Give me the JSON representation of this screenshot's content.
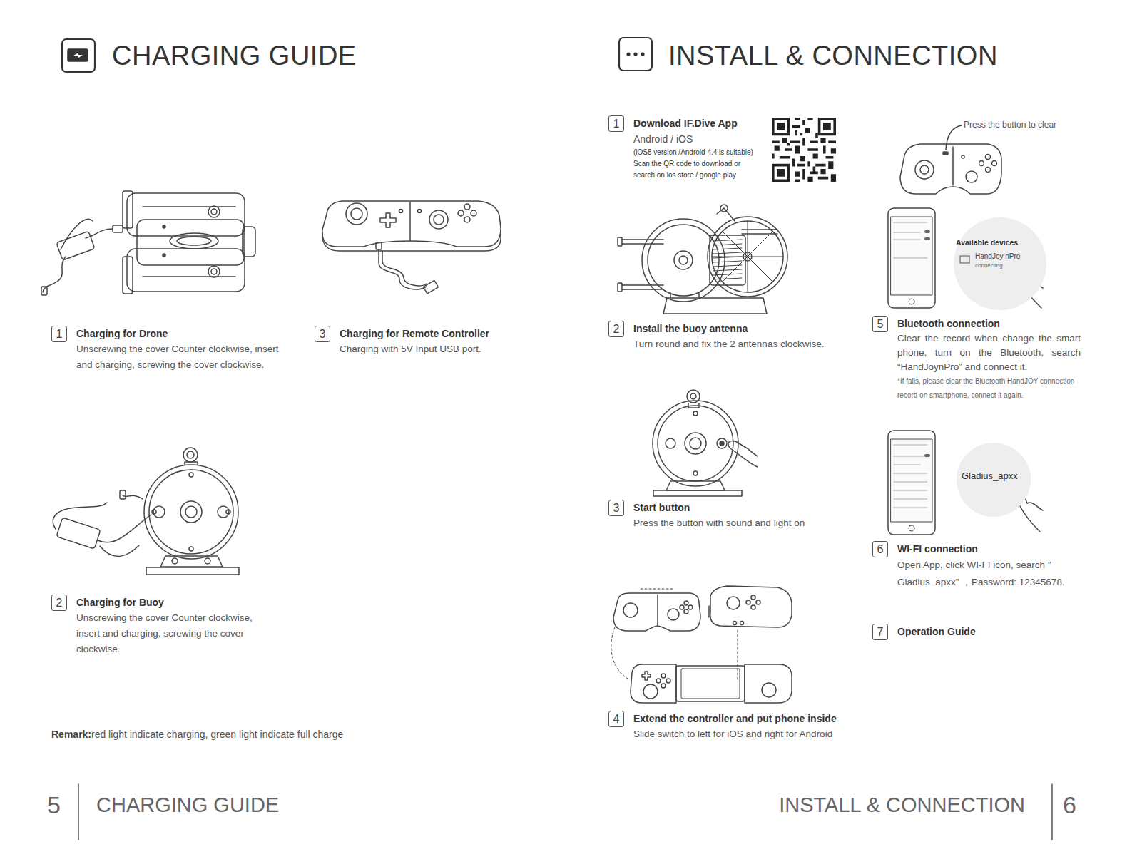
{
  "diagram": {
    "title": "CHARGING GUIDE",
    "nodes": [
      {
        "text": [
          "1",
          "Charging for Drone",
          "Unscrewing the cover Counter clockwise, insert and charging, screwing the cover clockwise."
        ]
      },
      {
        "text": [
          "3",
          "Charging for Remote Controller",
          "Charging with 5V Input USB port."
        ]
      },
      {
        "text": [
          "2",
          "Charging for Buoy",
          "Unscrewing the cover Counter clockwise, insert and charging, screwing the cover clockwise."
        ]
      },
      {
        "text": [
          "1",
          "Download IF.Dive App",
          "Android / iOS",
          "(iOS8 version /Android 4.4 is suitable) Scan the QR code to download or search on ios store / google play"
        ]
      },
      {
        "text": [
          "2",
          "Install the buoy antenna",
          "Turn round and fix the 2 antennas clockwise."
        ]
      },
      {
        "text": [
          "3",
          "Start button",
          "Press the button with sound and light on"
        ]
      },
      {
        "text": [
          "4",
          "Extend the controller and put phone inside",
          "Slide switch to left for iOS and right for Android"
        ]
      },
      {
        "text": [
          "5",
          "Bluetooth connection",
          "Clear the record when change the smart phone, turn on the Bluetooth, search “HandJoynPro” and connect it.",
          "*If fails, please clear the Bluetooth HandJOY connection record on smartphone, connect it again."
        ]
      },
      {
        "text": [
          "Available devices",
          "HandJoy nPro",
          "connecting"
        ]
      },
      {
        "text": [
          "6",
          "WI-FI connection",
          "Open App, click WI-FI icon, search ” Gladius_apxx” ，Password: 12345678."
        ]
      },
      {
        "text": [
          "Gladius_apxx"
        ]
      },
      {
        "text": [
          "7",
          "Operation Guide"
        ]
      }
    ],
    "labels": [
      "INSTALL & CONNECTION",
      "Press the button to clear",
      "Remark:",
      "red light indicate charging, green light indicate full charge",
      "5",
      "CHARGING GUIDE",
      "INSTALL & CONNECTION",
      "6"
    ]
  }
}
